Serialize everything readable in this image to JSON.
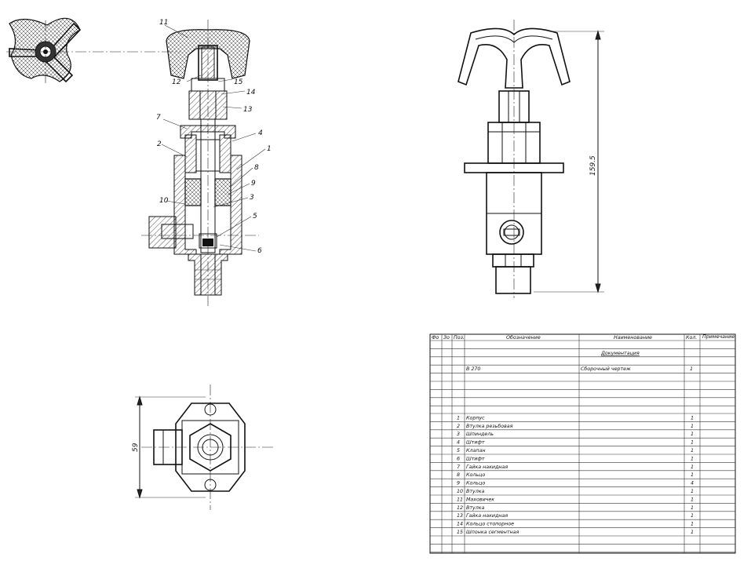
{
  "section_view": {
    "callouts": [
      "1",
      "2",
      "3",
      "4",
      "5",
      "6",
      "7",
      "8",
      "9",
      "10",
      "11",
      "12",
      "13",
      "14",
      "15"
    ]
  },
  "front_view": {
    "height_dimension": "159.5"
  },
  "bottom_view": {
    "width_dimension": "59"
  },
  "parts_list": {
    "headers": [
      "Фо",
      "Зо",
      "Поз.",
      "Обозначение",
      "Наименование",
      "Кол.",
      "Примечание"
    ],
    "section_documentation": "Документация",
    "document_row": {
      "designation": "В 270",
      "name": "Сборочный чертеж",
      "qty": "1"
    },
    "items": [
      {
        "pos": "1",
        "name": "Корпус",
        "qty": "1"
      },
      {
        "pos": "2",
        "name": "Втулка резьбовая",
        "qty": "1"
      },
      {
        "pos": "3",
        "name": "Шпиндель",
        "qty": "1"
      },
      {
        "pos": "4",
        "name": "Штифт",
        "qty": "1"
      },
      {
        "pos": "5",
        "name": "Клапан",
        "qty": "1"
      },
      {
        "pos": "6",
        "name": "Штифт",
        "qty": "1"
      },
      {
        "pos": "7",
        "name": "Гайка накидная",
        "qty": "1"
      },
      {
        "pos": "8",
        "name": "Кольцо",
        "qty": "1"
      },
      {
        "pos": "9",
        "name": "Кольцо",
        "qty": "4"
      },
      {
        "pos": "10",
        "name": "Втулка",
        "qty": "1"
      },
      {
        "pos": "11",
        "name": "Маховичек",
        "qty": "1"
      },
      {
        "pos": "12",
        "name": "Втулка",
        "qty": "1"
      },
      {
        "pos": "13",
        "name": "Гайка накидная",
        "qty": "1"
      },
      {
        "pos": "14",
        "name": "Кольцо стопорное",
        "qty": "1"
      },
      {
        "pos": "15",
        "name": "Шпонка сегментная",
        "qty": "1"
      }
    ]
  }
}
